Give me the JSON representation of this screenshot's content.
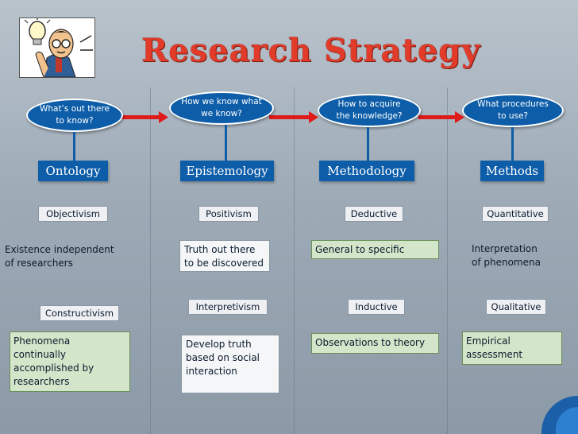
{
  "title": "Research Strategy",
  "colors": {
    "title": "#e23b2a",
    "oval": "#0d5da8",
    "arrow": "#e01919",
    "green_box": "#d3e6c9"
  },
  "questions": [
    "What’s out there\nto know?",
    "How we know what\nwe know?",
    "How to acquire\nthe knowledge?",
    "What procedures\nto use?"
  ],
  "headings": [
    "Ontology",
    "Epistemology",
    "Methodology",
    "Methods"
  ],
  "row1": {
    "tags": [
      "Objectivism",
      "Positivism",
      "Deductive",
      "Quantitative"
    ],
    "descriptions": [
      "Existence independent\nof researchers",
      "Truth out there\nto be discovered",
      "General to specific",
      "Interpretation\nof  phenomena"
    ]
  },
  "row2": {
    "tags": [
      "Constructivism",
      "Interpretivism",
      "Inductive",
      "Qualitative"
    ],
    "descriptions": [
      "Phenomena\ncontinually\naccomplished by\nresearchers",
      "Develop  truth\nbased on social\ninteraction",
      "Observations to theory",
      "Empirical\nassessment"
    ]
  },
  "logo": {
    "icon": "thinking-man-lightbulb-icon"
  }
}
